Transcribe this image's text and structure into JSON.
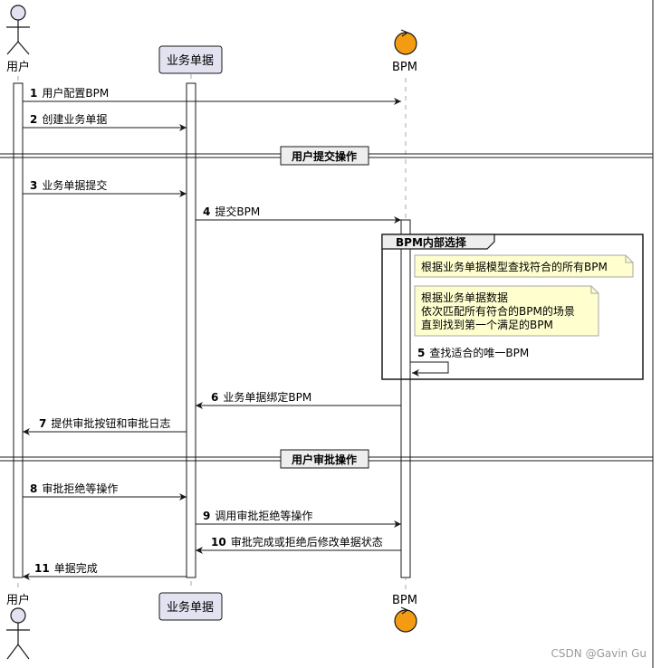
{
  "participants": {
    "user": {
      "name": "用户",
      "icon": "actor-stick-figure"
    },
    "biz": {
      "name": "业务单据"
    },
    "bpm": {
      "name": "BPM",
      "icon": "control-circle"
    }
  },
  "messages": [
    {
      "num": "1",
      "text": "用户配置BPM"
    },
    {
      "num": "2",
      "text": "创建业务单据"
    },
    {
      "num": "3",
      "text": "业务单据提交"
    },
    {
      "num": "4",
      "text": "提交BPM"
    },
    {
      "num": "5",
      "text": "查找适合的唯一BPM"
    },
    {
      "num": "6",
      "text": "业务单据绑定BPM"
    },
    {
      "num": "7",
      "text": "提供审批按钮和审批日志"
    },
    {
      "num": "8",
      "text": "审批拒绝等操作"
    },
    {
      "num": "9",
      "text": "调用审批拒绝等操作"
    },
    {
      "num": "10",
      "text": "审批完成或拒绝后修改单据状态"
    },
    {
      "num": "11",
      "text": "单据完成"
    }
  ],
  "separators": [
    "用户提交操作",
    "用户审批操作"
  ],
  "group": {
    "title": "BPM内部选择"
  },
  "notes": [
    [
      "根据业务单据模型查找符合的所有BPM"
    ],
    [
      "根据业务单据数据",
      "依次匹配所有符合的BPM的场景",
      "直到找到第一个满足的BPM"
    ]
  ],
  "watermark": "CSDN @Gavin Gu",
  "colors": {
    "participant_box": "#e2e2f0",
    "note_fill": "#fefece",
    "control_fill": "#f39c12",
    "line": "#181818",
    "lifeline": "#a8a8a8"
  }
}
